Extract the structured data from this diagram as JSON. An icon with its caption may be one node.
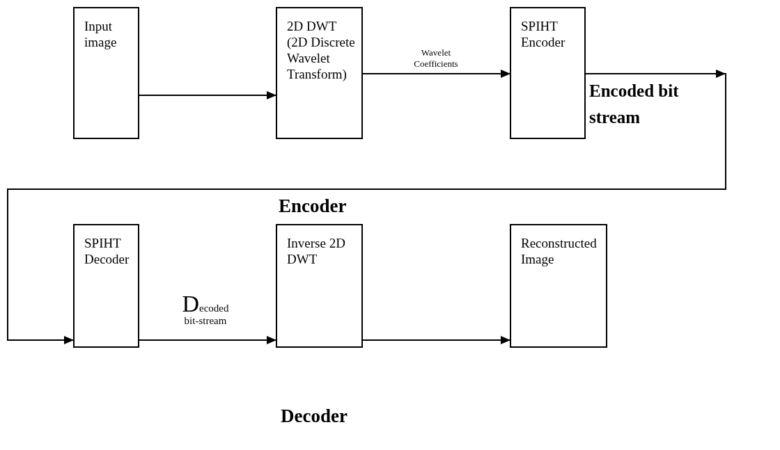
{
  "diagram": {
    "nodes": [
      {
        "text": [
          "Input image"
        ]
      },
      {
        "text": [
          "2D DWT (2D Discrete Wavelet Transform)"
        ]
      },
      {
        "text": [
          "SPIHT Encoder"
        ]
      },
      {
        "text": [
          "SPIHT Decoder"
        ]
      },
      {
        "text": [
          "Inverse 2D DWT"
        ]
      },
      {
        "text": [
          "Reconstructed Image"
        ]
      }
    ],
    "edges": [
      {
        "from": 0,
        "to": 1,
        "arrow": "to"
      },
      {
        "from": 1,
        "to": 2,
        "arrow": "to",
        "label": "Wavelet Coefficients"
      },
      {
        "from": 2,
        "to": 3,
        "arrow": "to",
        "label": "Encoded bit stream"
      },
      {
        "from": 3,
        "to": 4,
        "arrow": "to",
        "label": "Decoded bit-stream"
      },
      {
        "from": 4,
        "to": 5,
        "arrow": "to"
      }
    ],
    "labels": [
      "Encoder",
      "Decoder"
    ]
  }
}
